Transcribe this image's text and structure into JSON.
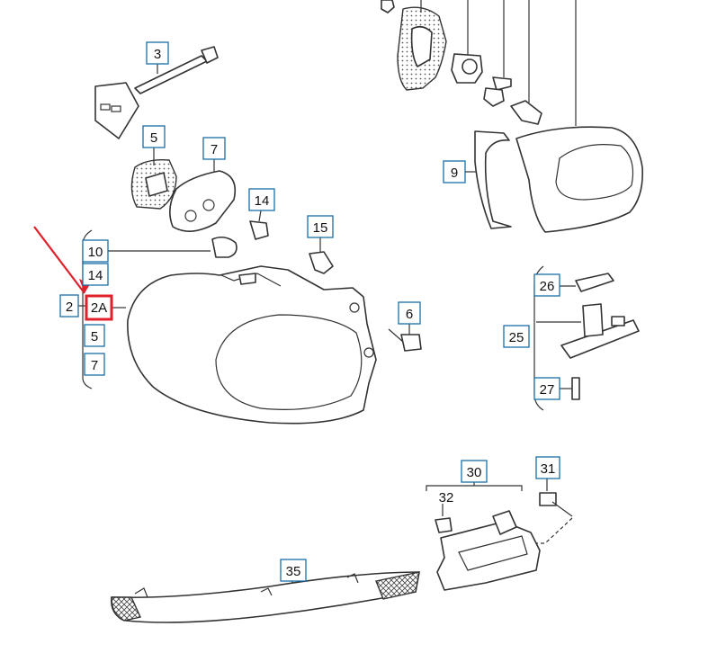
{
  "callouts": {
    "c3": "3",
    "c5a": "5",
    "c7a": "7",
    "c14a": "14",
    "c15": "15",
    "c6": "6",
    "c10": "10",
    "c14b": "14",
    "c2": "2",
    "c2A": "2A",
    "c5b": "5",
    "c7b": "7",
    "c9": "9",
    "c26": "26",
    "c25": "25",
    "c27": "27",
    "c30": "30",
    "c31": "31",
    "c32": "32",
    "c35": "35"
  },
  "highlight": {
    "target": "2A",
    "color": "#e0202a"
  },
  "colors": {
    "callout_border": "#1a6ea8",
    "line": "#333333"
  }
}
